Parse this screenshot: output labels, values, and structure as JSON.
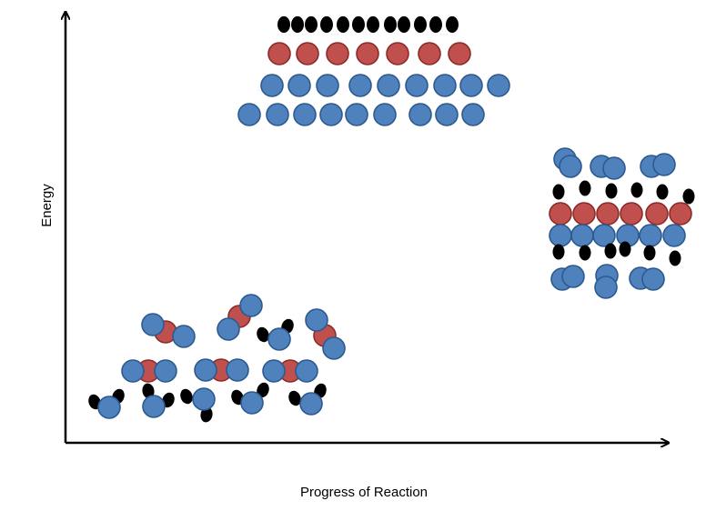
{
  "diagram": {
    "y_axis_label": "Energy",
    "x_axis_label": "Progress of Reaction"
  },
  "colors": {
    "blue": "#4f81bd",
    "blue_stroke": "#2c5a8f",
    "red": "#c0504d",
    "red_stroke": "#8c2b28",
    "black": "#000000",
    "axis": "#000000"
  },
  "groups": {
    "reactants": "molecules at low energy",
    "transition_state": "separated atoms at high energy",
    "products": "molecules at intermediate energy"
  }
}
